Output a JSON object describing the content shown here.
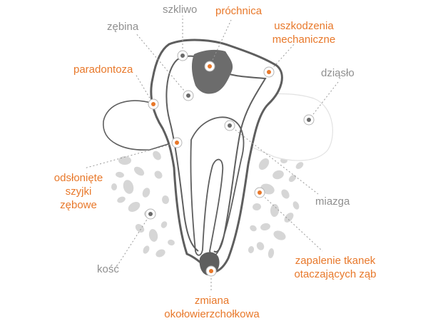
{
  "colors": {
    "orange": "#e8782a",
    "gray_text": "#8f8f8f",
    "tooth_outline": "#5e5e5e",
    "bone": "#d6d6d6",
    "decay": "#6c6c6c"
  },
  "labels": {
    "szkliwo": "szkliwo",
    "prochnica": "próchnica",
    "zebina": "zębina",
    "uszkodzenia_line1": "uszkodzenia",
    "uszkodzenia_line2": "mechaniczne",
    "paradontoza": "paradontoza",
    "dziaslo": "dziąsło",
    "odsloniete_line1": "odsłonięte",
    "odsloniete_line2": "szyjki",
    "odsloniete_line3": "zębowe",
    "miazga": "miazga",
    "kosc": "kość",
    "zapalenie_line1": "zapalenie tkanek",
    "zapalenie_line2": "otaczających ząb",
    "zmiana_line1": "zmiana",
    "zmiana_line2": "okołowierzchołkowa"
  }
}
